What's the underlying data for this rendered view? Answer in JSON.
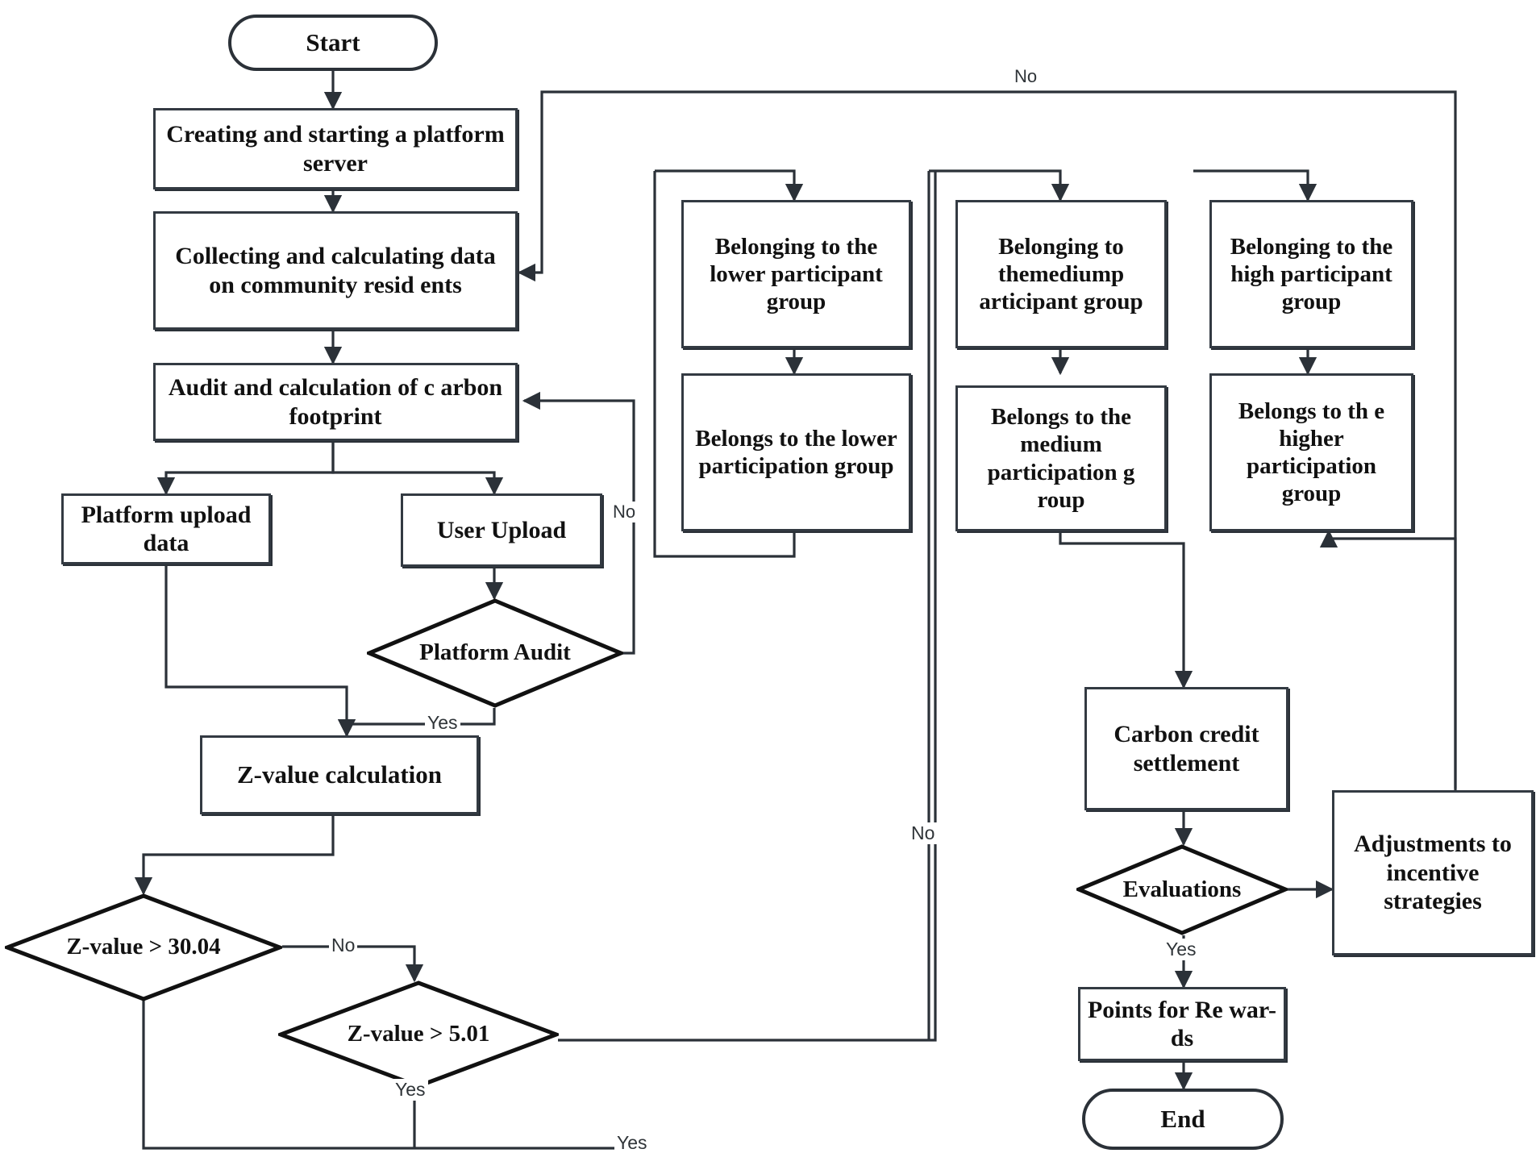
{
  "diagram": {
    "title": "Community carbon platform incentive flowchart",
    "stroke_color": "#2b3138",
    "text_color": "#111111",
    "background": "#ffffff"
  },
  "nodes": {
    "start": "Start",
    "create_server": "Creating and starting a platform server",
    "collect_data": "Collecting and calculating data on community resid ents",
    "audit_calc": "Audit and calculation of c arbon footprint",
    "platform_upload": "Platform upload data",
    "user_upload": "User Upload",
    "platform_audit": "Platform Audit",
    "z_value_calc": "Z-value calculation",
    "z_gt_3004": "Z-value > 30.04",
    "z_gt_501": "Z-value > 5.01",
    "belong_lower_participant": "Belonging to the lower participant group",
    "belong_medium_participant": "Belonging to themediump articipant group",
    "belong_high_participant": "Belonging to the high participant group",
    "belongs_lower_participation": "Belongs to the lower participation group",
    "belongs_medium_participation": "Belongs to the medium participation g roup",
    "belongs_higher_participation": "Belongs to th e higher participation group",
    "carbon_credit_settlement": "Carbon credit settlement",
    "evaluations": "Evaluations",
    "adjustments": "Adjustments to incentive strategies",
    "points_rewards": "Points for Re war-ds",
    "end": "End"
  },
  "edge_labels": {
    "top_no": "No",
    "platform_audit_no": "No",
    "platform_audit_yes": "Yes",
    "z3004_no": "No",
    "z3004_yes": "Yes",
    "z501_yes": "Yes",
    "z501_no": "No",
    "evaluations_yes": "Yes"
  }
}
